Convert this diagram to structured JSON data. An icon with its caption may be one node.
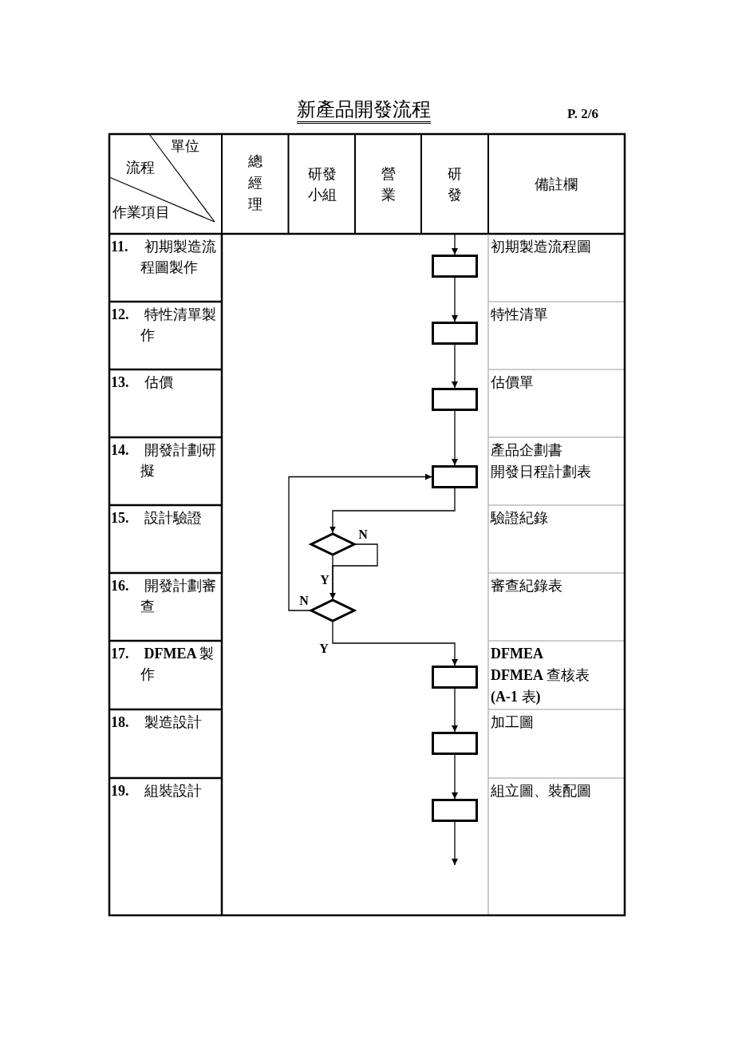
{
  "diagram": {
    "title": "新產品開發流程",
    "nodes": [
      {
        "text": [],
        "shape": "box"
      },
      {
        "text": [],
        "shape": "box"
      },
      {
        "text": [],
        "shape": "box"
      },
      {
        "text": [],
        "shape": "box"
      },
      {
        "text": [],
        "shape": "diamond"
      },
      {
        "text": [],
        "shape": "diamond"
      },
      {
        "text": [],
        "shape": "box"
      },
      {
        "text": [],
        "shape": "box"
      },
      {
        "text": [],
        "shape": "box"
      }
    ],
    "edges": [
      {
        "from": null,
        "to": 0,
        "arrow": "to"
      },
      {
        "from": 0,
        "to": 1,
        "arrow": "to"
      },
      {
        "from": 1,
        "to": 2,
        "arrow": "to"
      },
      {
        "from": 2,
        "to": 3,
        "arrow": "to"
      },
      {
        "from": 3,
        "to": 4,
        "arrow": "to"
      },
      {
        "from": 4,
        "to": 5,
        "arrow": "to",
        "label": "N"
      },
      {
        "from": 4,
        "to": 5,
        "arrow": "to",
        "label": "Y"
      },
      {
        "from": 5,
        "to": 3,
        "arrow": "to",
        "label": "N"
      },
      {
        "from": 5,
        "to": 6,
        "arrow": "to",
        "label": "Y"
      },
      {
        "from": 6,
        "to": 7,
        "arrow": "to"
      },
      {
        "from": 7,
        "to": 8,
        "arrow": "to"
      },
      {
        "from": 8,
        "to": null,
        "arrow": "to"
      }
    ],
    "labels": [
      "P. 2/6",
      "單位",
      "流程",
      "作業項目",
      "總經理",
      "研發小組",
      "營業",
      "研發",
      "備註欄",
      "11. 初期製造流程圖製作",
      "初期製造流程圖",
      "12. 特性清單製作",
      "特性清單",
      "13. 估價",
      "估價單",
      "14. 開發計劃研擬",
      "產品企劃書",
      "開發日程計劃表",
      "15. 設計驗證",
      "驗證紀錄",
      "16. 開發計劃審查",
      "審查紀錄表",
      "17. DFMEA 製作",
      "DFMEA",
      "DFMEA 查核表",
      "(A-1 表)",
      "18. 製造設計",
      "加工圖",
      "19. 組裝設計",
      "組立圖、裝配圖"
    ]
  }
}
